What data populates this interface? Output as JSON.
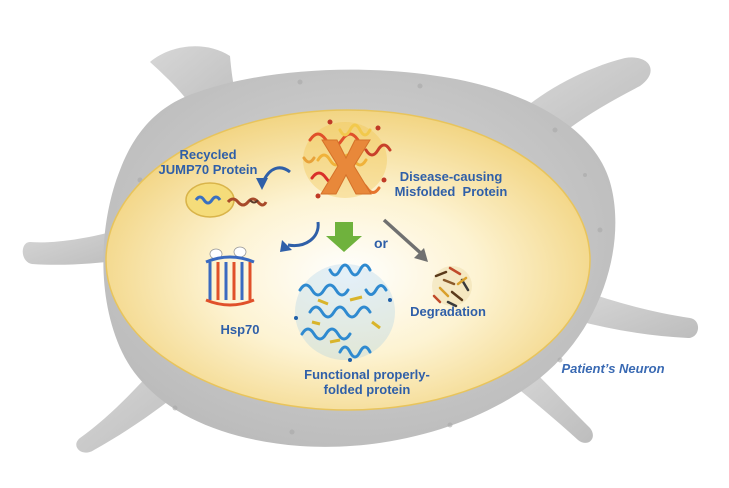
{
  "labels": {
    "recycled_line1": "Recycled",
    "recycled_line2": "JUMP70 Protein",
    "disease_line1": "Disease-causing",
    "disease_line2": "Misfolded  Protein",
    "or": "or",
    "hsp70": "Hsp70",
    "degradation": "Degradation",
    "functional_line1": "Functional properly-",
    "functional_line2": "folded protein",
    "neuron": "Patient’s Neuron"
  },
  "colors": {
    "neuron_gray": "#c9c9c9",
    "cell_yellow": "#f3d98a",
    "label_blue": "#2f5fa8",
    "x_orange": "#e8883a",
    "arrow_blue": "#2f5fa8",
    "arrow_green": "#6fb23d",
    "arrow_gray": "#707070"
  },
  "icons": {
    "misfolded_protein": "misfolded-protein-icon",
    "x_mark": "x-mark-icon",
    "hsp70_protein": "hsp70-protein-icon",
    "folded_protein": "folded-protein-icon",
    "degraded_protein": "degraded-protein-icon",
    "jump70_protein": "jump70-protein-icon"
  }
}
